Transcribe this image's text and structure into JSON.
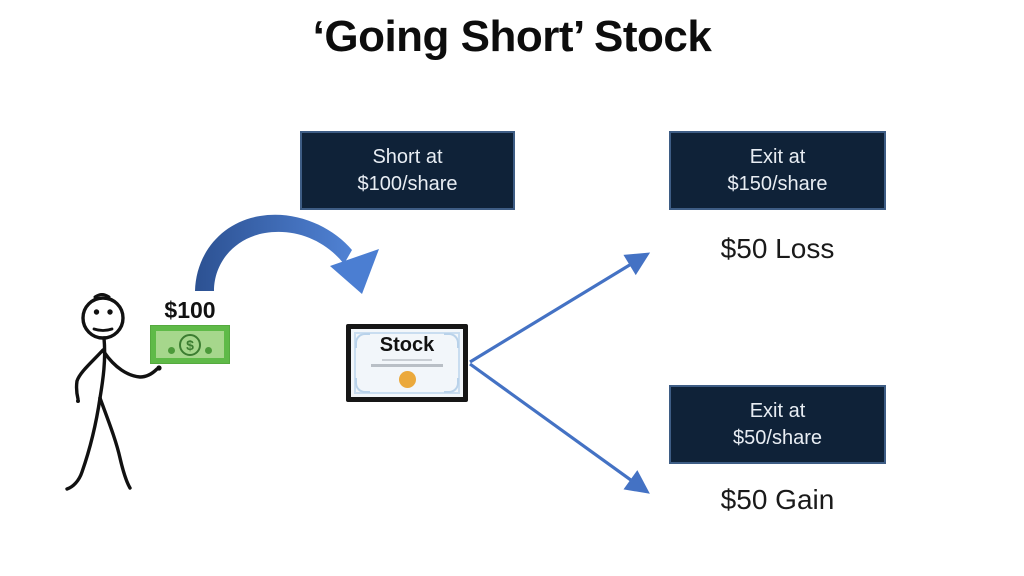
{
  "title": "‘Going Short’ Stock",
  "boxes": {
    "short": {
      "line1": "Short at",
      "line2": "$100/share"
    },
    "exit_loss": {
      "line1": "Exit at",
      "line2": "$150/share"
    },
    "exit_gain": {
      "line1": "Exit at",
      "line2": "$50/share"
    }
  },
  "outcomes": {
    "loss": "$50 Loss",
    "gain": "$50 Gain"
  },
  "money": {
    "label": "$100",
    "symbol": "$"
  },
  "certificate": {
    "label": "Stock"
  },
  "colors": {
    "box_fill": "#0f2238",
    "box_border": "#3e5d85",
    "box_text": "#e8edf3",
    "arrow_blue": "#4472c4",
    "arc_gradient_start": "#2c5192",
    "arc_gradient_end": "#5082d4",
    "bill_green": "#5fba48",
    "bill_light_green": "#a6d78c",
    "bill_dark_green": "#3c7d31",
    "seal_orange": "#eba93c",
    "certificate_frame_blue": "#c9ddf0",
    "text_dark": "#1a1a1a"
  }
}
